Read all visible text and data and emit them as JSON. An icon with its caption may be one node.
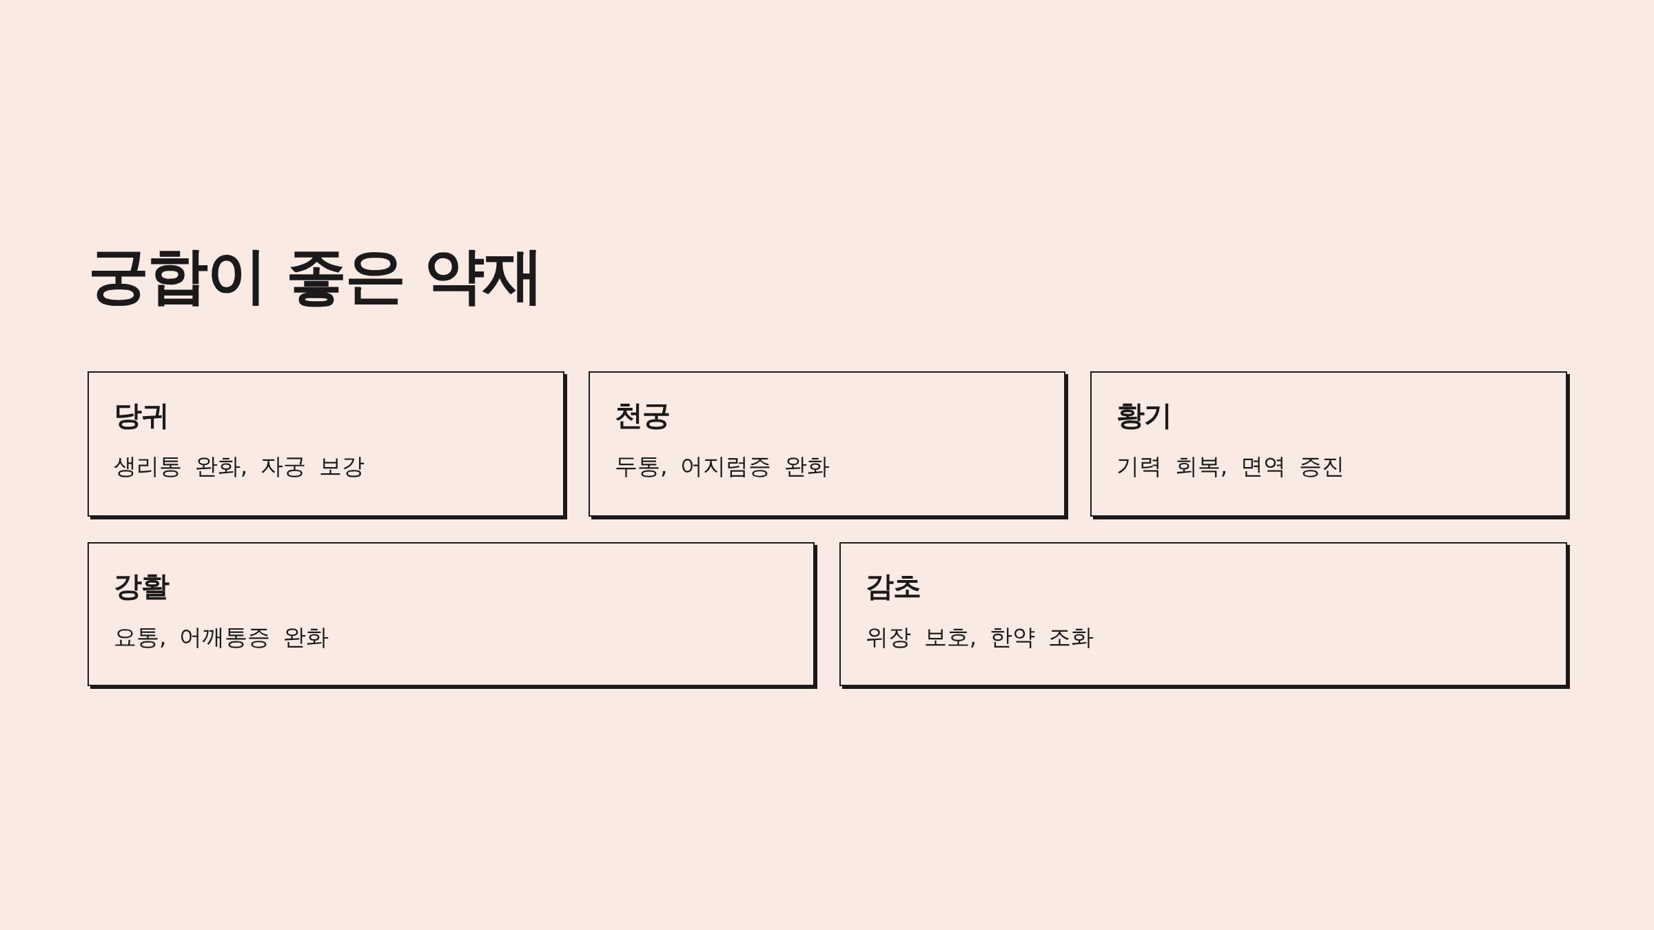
{
  "diagram": {
    "title": "궁합이 좋은 약재",
    "nodes": [
      {
        "text": [
          "당귀",
          "생리통 완화, 자궁 보강"
        ]
      },
      {
        "text": [
          "천궁",
          "두통, 어지럼증 완화"
        ]
      },
      {
        "text": [
          "황기",
          "기력 회복, 면역 증진"
        ]
      },
      {
        "text": [
          "강활",
          "요통, 어깨통증 완화"
        ]
      },
      {
        "text": [
          "감초",
          "위장 보호, 한약 조화"
        ]
      }
    ]
  }
}
